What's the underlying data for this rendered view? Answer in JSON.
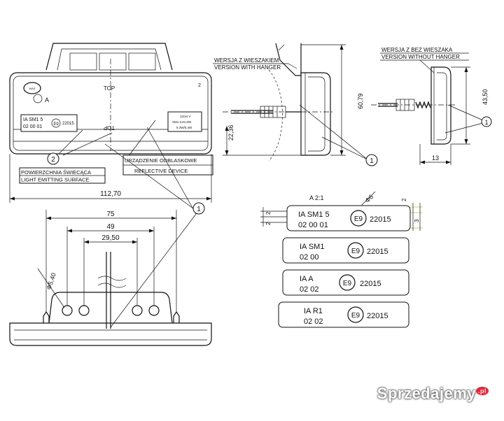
{
  "front_view": {
    "top_label": "TOP",
    "top_label_inverted": "TOP",
    "corner_number": "2",
    "plate": {
      "line1": "IA SM1 5",
      "line2": "02 00 01",
      "emark": "E9",
      "code": "22015"
    },
    "label_a": "A",
    "small_plate": {
      "line1": "12/24 V",
      "line2": "SM1 0,81,5W",
      "line3": "5 3W/0,4W"
    },
    "callout_2": "2",
    "callout_1": "1",
    "luminous_pl": "POWIERZCHNIA ŚWIECĄCA",
    "luminous_en": "LIGHT EMITTING SURFACE",
    "reflective_pl": "URZĄDZENIE ODBLASKOWE",
    "reflective_en": "REFLECTIVE DEVICE",
    "overall_width": "112,70"
  },
  "side_hanger": {
    "title_pl": "WERSJA Z WIESZAKIEM",
    "title_en": "VERSION WITH HANGER",
    "dim_height": "60,79",
    "dim_lower": "22,36",
    "callout_1": "1"
  },
  "side_no_hanger": {
    "title_pl": "WERSJA Z BEZ WIESZAKA",
    "title_en": "VERSION WITHOUT HANGER",
    "dim_height": "43,50",
    "dim_depth": "13",
    "callout_1": "1"
  },
  "bottom_view": {
    "dim_75": "75",
    "dim_49": "49",
    "dim_2950": "29,50",
    "dim_hole": "Φ5,40",
    "callout_1": "1"
  },
  "detail": {
    "scale_label": "A 2:1",
    "dim_circle": "Φ6",
    "dim_left_top": "2",
    "dim_left_bottom": "2",
    "dim_right_top": "2",
    "dim_right_mid": "3",
    "plates": [
      {
        "l1": "IA SM1 5",
        "l2": "02  00  01",
        "emark": "E9",
        "code": "22015"
      },
      {
        "l1": "IA    SM1",
        "l2": "02    00",
        "emark": "E9",
        "code": "22015"
      },
      {
        "l1": "IA     A",
        "l2": "02   02",
        "emark": "E9",
        "code": "22015"
      },
      {
        "l1": "IA    R1",
        "l2": "02   02",
        "emark": "E9",
        "code": "22015"
      }
    ]
  },
  "watermark": {
    "text": "Sprzedajemy",
    "suffix": ".pl"
  }
}
